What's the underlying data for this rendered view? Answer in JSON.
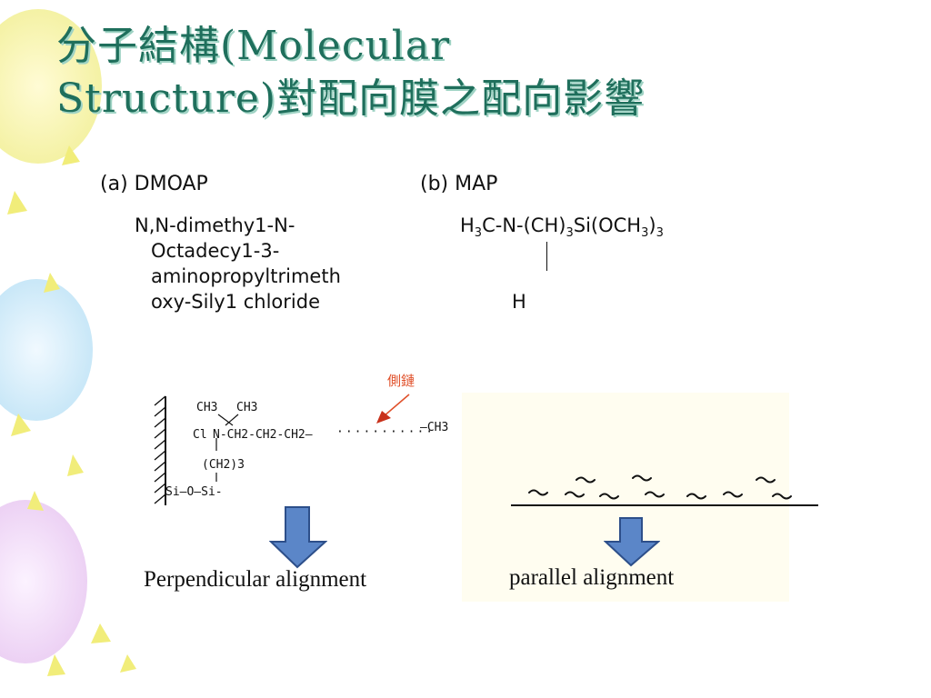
{
  "slide": {
    "title_line1": "分子結構(Molecular",
    "title_line2": "Structure)對配向膜之配向影響"
  },
  "panel_a": {
    "label": "(a)   DMOAP",
    "name_lines": [
      "N,N-dimethy1-N-",
      "Octadecy1-3-",
      "aminopropyltrimeth",
      "oxy-Sily1 chloride"
    ]
  },
  "panel_b": {
    "label": "(b) MAP",
    "formula_h": "H",
    "formula_h_sub": "3",
    "formula_mid": "C-N-(CH)",
    "formula_mid_sub": "3",
    "formula_si": "Si(OCH",
    "formula_si_sub1": "3",
    "formula_close": ")",
    "formula_si_sub2": "3",
    "branch_atom": "H"
  },
  "diagram": {
    "side_chain_label": "側鏈",
    "ch3_left": "CH3",
    "ch3_right": "CH3",
    "ion_cl": "Cl",
    "n_plus": "N-CH2-CH2-CH2—",
    "dots": "···········",
    "tail": "—CH3",
    "propyl": "(CH2)3",
    "si_link": "Si—O—Si-",
    "perpendicular_caption": "Perpendicular alignment",
    "parallel_caption": "parallel alignment"
  },
  "colors": {
    "title": "#1f6f5c",
    "arrow_fill": "#5b86c8",
    "arrow_stroke": "#2d4f8a",
    "annotation": "#e0502a"
  }
}
